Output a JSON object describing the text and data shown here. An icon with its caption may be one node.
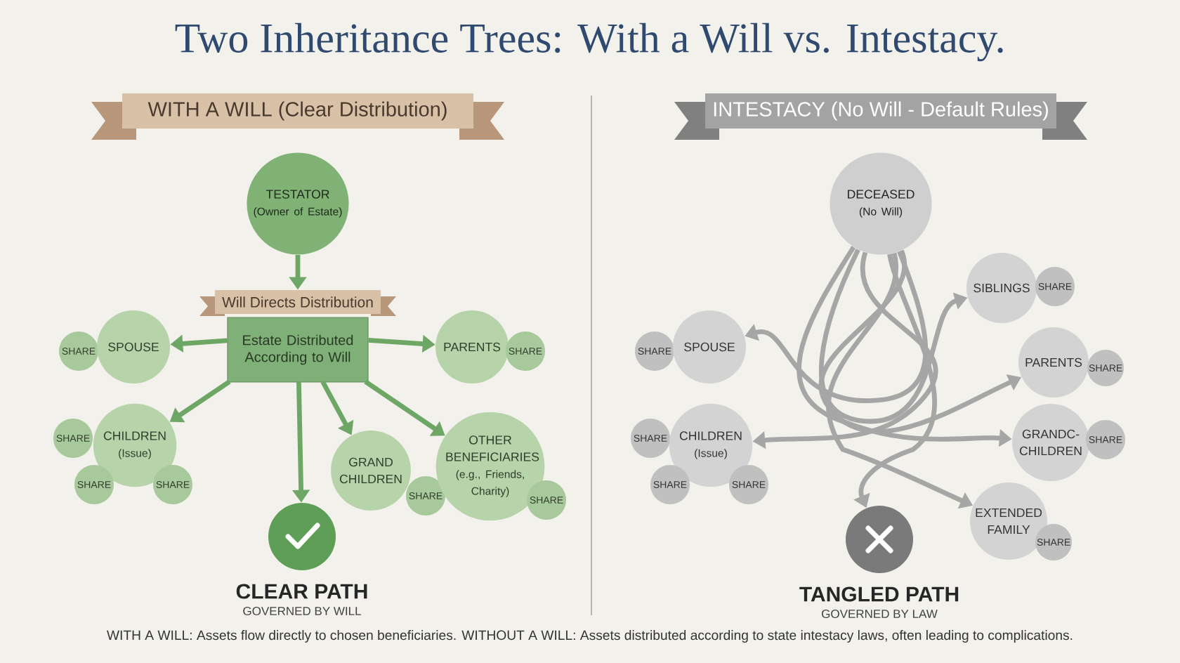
{
  "diagram": {
    "title": "Two Inheritance Trees: With a Will vs. Intestacy.",
    "caption": "WITH A WILL: Assets flow directly to chosen beneficiaries. WITHOUT A WILL: Assets distributed according to state intestacy laws, often leading to complications.",
    "nodes": [
      {
        "text": [
          "WITH A WILL (Clear Distribution)"
        ]
      },
      {
        "text": [
          "TESTATOR",
          "(Owner of Estate)"
        ]
      },
      {
        "text": [
          "Will Directs Distribution",
          "Estate Distributed According to Will"
        ]
      },
      {
        "text": [
          "SHARE"
        ]
      },
      {
        "text": [
          "SPOUSE"
        ]
      },
      {
        "text": [
          "PARENTS"
        ]
      },
      {
        "text": [
          "SHARE"
        ]
      },
      {
        "text": [
          "SHARE"
        ]
      },
      {
        "text": [
          "CHILDREN",
          "(Issue)"
        ]
      },
      {
        "text": [
          "SHARE"
        ]
      },
      {
        "text": [
          "SHARE"
        ]
      },
      {
        "text": [
          "GRAND CHILDREN"
        ]
      },
      {
        "text": [
          "SHARE"
        ]
      },
      {
        "text": [
          "OTHER BENEFICIARIES",
          "(e.g., Friends, Charity)"
        ]
      },
      {
        "text": [
          "SHARE"
        ]
      },
      {
        "text": [],
        "shape": "circle",
        "beside": [
          "CLEAR PATH",
          "GOVERNED BY WILL"
        ]
      },
      {
        "text": [
          "INTESTACY (No Will - Default Rules)"
        ]
      },
      {
        "text": [
          "DECEASED",
          "(No Will)"
        ]
      },
      {
        "text": [
          "SIBLINGS"
        ]
      },
      {
        "text": [
          "SHARE"
        ]
      },
      {
        "text": [
          "SHARE"
        ]
      },
      {
        "text": [
          "SPOUSE"
        ]
      },
      {
        "text": [
          "PARENTS"
        ]
      },
      {
        "text": [
          "SHARE"
        ]
      },
      {
        "text": [
          "SHARE"
        ]
      },
      {
        "text": [
          "CHILDREN",
          "(Issue)"
        ]
      },
      {
        "text": [
          "GRANDC- CHILDREN"
        ]
      },
      {
        "text": [
          "SHARE"
        ]
      },
      {
        "text": [
          "SHARE"
        ]
      },
      {
        "text": [
          "SHARE"
        ]
      },
      {
        "text": [
          "EXTENDED FAMILY"
        ]
      },
      {
        "text": [
          "SHARE"
        ]
      },
      {
        "text": [],
        "shape": "circle",
        "beside": [
          "TANGLED PATH",
          "GOVERNED BY LAW"
        ]
      }
    ],
    "edges": [
      {
        "from": 1,
        "to": 2,
        "arrow": "to",
        "color": "#6ea765"
      },
      {
        "from": 2,
        "to": 4,
        "arrow": "to",
        "color": "#6ea765"
      },
      {
        "from": 2,
        "to": 5,
        "arrow": "to",
        "color": "#6ea765"
      },
      {
        "from": 2,
        "to": 8,
        "arrow": "to",
        "color": "#6ea765"
      },
      {
        "from": 2,
        "to": 15,
        "arrow": "to",
        "color": "#6ea765"
      },
      {
        "from": 2,
        "to": 11,
        "arrow": "to",
        "color": "#6ea765"
      },
      {
        "from": 2,
        "to": 13,
        "arrow": "to",
        "color": "#6ea765"
      },
      {
        "from": 17,
        "to": 21,
        "arrow": "to",
        "color": "#a6a6a6"
      },
      {
        "from": 17,
        "to": 18,
        "arrow": "to",
        "color": "#a6a6a6"
      },
      {
        "from": 17,
        "to": 22,
        "arrow": "to",
        "color": "#a6a6a6"
      },
      {
        "from": 17,
        "to": 25,
        "arrow": "to",
        "color": "#a6a6a6"
      },
      {
        "from": 17,
        "to": 26,
        "arrow": "to",
        "color": "#a6a6a6"
      },
      {
        "from": 17,
        "to": 32,
        "arrow": "to",
        "color": "#a6a6a6"
      },
      {
        "from": 17,
        "to": 30,
        "arrow": "to",
        "color": "#a6a6a6"
      }
    ]
  }
}
